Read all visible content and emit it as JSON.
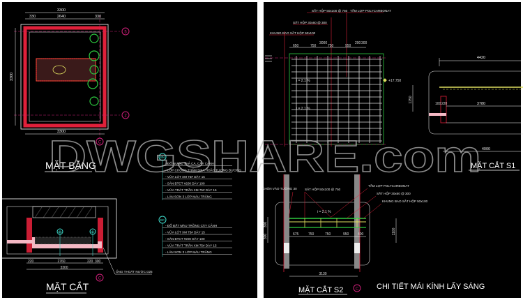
{
  "watermark": "DWGSHARE.com",
  "left_panel": {
    "plan_title": "MẶT BẰNG",
    "plan_dims": {
      "top": "3300",
      "top_sub": [
        "330",
        "2640",
        "330"
      ],
      "side": "3300",
      "bottom": "3300"
    },
    "plan_axes": [
      "5",
      "2",
      "C"
    ],
    "section_title": "MẶT CẮT",
    "section_axis": "C",
    "section_dims": [
      "220",
      "2760",
      "220",
      "300",
      "3300"
    ],
    "section_tags": [
      "BN",
      "BC"
    ],
    "drain_note": "ỐNG THOÁT NƯỚC D25",
    "notes_bn": {
      "tag": "BN",
      "items": [
        "- ĐỔ NƯỚC THẢ CÁ, CÂY CẢNH",
        "- LỚP CHỐNG THẤM SIKA HOẶC TƯƠNG ĐƯƠNG",
        "- VỮA LÓT XM 75# DÀY 15",
        "- SÀN BTCT #200 DÀY 100",
        "- VỮA TRÁT TRẦN XM 75# DÀY 15",
        "- LĂN SƠN 3 LỚP MÀU TRẮNG"
      ]
    },
    "notes_bc": {
      "tag": "BC",
      "items": [
        "- ĐỔ ĐẤT MÀU TRỒNG CÂY CẢNH",
        "- VỮA LÓT XM 75# DÀY 15",
        "- SÀN BTCT #200 DÀY 100",
        "- VỮA TRÁT TRẦN XM 75# DÀY 15",
        "- LĂN SƠN 3 LỚP MÀU TRẮNG"
      ]
    }
  },
  "right_panel": {
    "plan_labels": [
      "SẮT HỘP 50x100 @ 750",
      "TẤM LỢP POLYCARBONAT",
      "SẮT HỘP 30x60 @ 300",
      "KHUNG BAO SẮT HỘP 50x100"
    ],
    "plan_dims": [
      "650",
      "750",
      "750",
      "950",
      "200",
      "300",
      "3000"
    ],
    "elevation_mark": "+17.750",
    "slope": "i = 2.1 %",
    "s2_labels": [
      "CHÔN VÀO TƯỜNG 30",
      "SẮT HỘP 50x100 @ 750",
      "TẤM LỢP POLYCARBONAT",
      "SẮT HỘP 30x60 @ 300",
      "KHUNG BAO SẮT HỘP 50x100"
    ],
    "s2_dims": [
      "675",
      "750",
      "750",
      "950",
      "400",
      "3130",
      "300",
      "300",
      "1100"
    ],
    "s2_slope": "i = 2.1 %",
    "s2_title": "MẶT CẮT S2",
    "s2_axis": "C",
    "detail_title": "CHI TIẾT MÁI KÍNH LẤY SÁNG",
    "s1_dims": [
      "4420",
      "3780",
      "100",
      "220",
      "4000",
      "1250"
    ],
    "s1_title": "MẶT CẮT S1"
  },
  "colors": {
    "background": "#000000",
    "wall": "#e0203a",
    "fill_pink": "#f4b8c4",
    "tree": "#2ecc40",
    "axis_circle": "#d0207a",
    "note_tag": "#40e0d0",
    "frame": "#ffffff",
    "roof": "#e0e060"
  }
}
